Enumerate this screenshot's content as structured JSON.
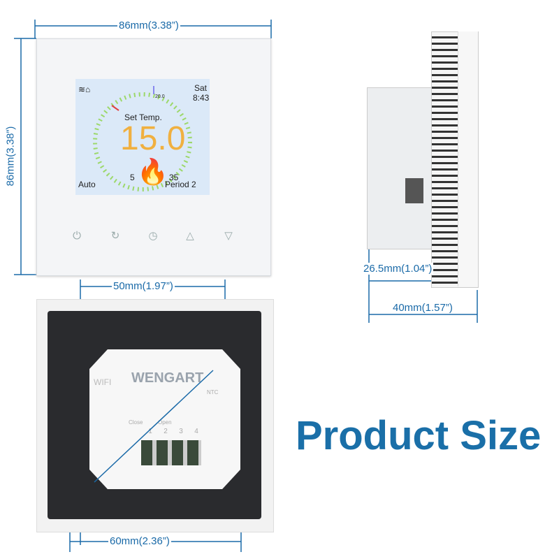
{
  "dimensions": {
    "front_width": "86mm(3.38”)",
    "front_height": "86mm(3.38”)",
    "back_inner": "50mm(1.97”)",
    "back_outer": "60mm(2.36”)",
    "side_base": "26.5mm(1.04”)",
    "side_total": "40mm(1.57”)"
  },
  "screen": {
    "label": "Set Temp.",
    "value": "15.0",
    "marker": "20.0",
    "min": "5",
    "max": "35",
    "day": "Sat",
    "time": "8:43",
    "mode": "Auto",
    "period": "Period 2"
  },
  "back": {
    "brand": "WENGART",
    "wifi": "WIFI",
    "terminals": [
      "1",
      "2",
      "3",
      "4"
    ],
    "close": "Close",
    "open": "Open",
    "ntc": "NTC"
  },
  "title": "Product Size",
  "colors": {
    "accent": "#1a6aa8",
    "temp": "#f0b040",
    "flame": "#d02a2a"
  }
}
